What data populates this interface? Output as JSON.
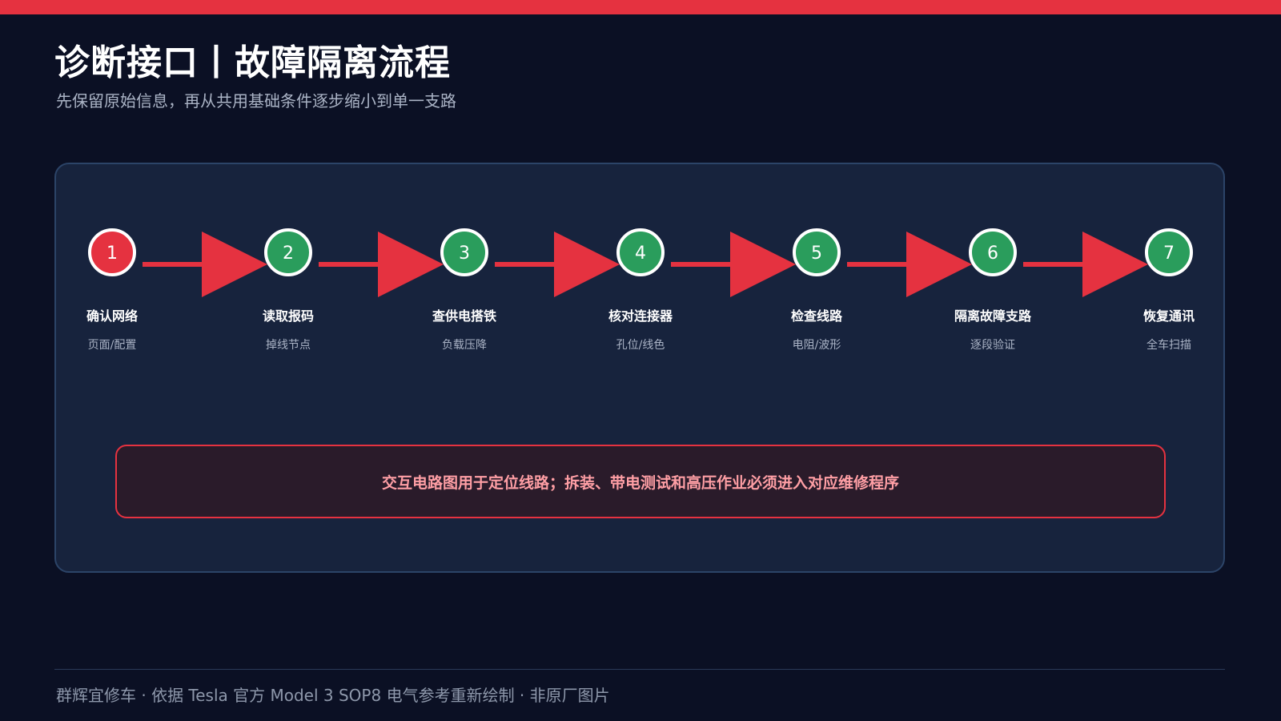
{
  "colors": {
    "accent_red": "#e53240",
    "step_green": "#2a9d5c",
    "background": "#0b1024",
    "panel": "#17233d"
  },
  "header": {
    "title": "诊断接口丨故障隔离流程",
    "subtitle": "先保留原始信息，再从共用基础条件逐步缩小到单一支路"
  },
  "steps": [
    {
      "number": "1",
      "title": "确认网络",
      "subtitle": "页面/配置",
      "state": "active"
    },
    {
      "number": "2",
      "title": "读取报码",
      "subtitle": "掉线节点",
      "state": "normal"
    },
    {
      "number": "3",
      "title": "查供电搭铁",
      "subtitle": "负载压降",
      "state": "normal"
    },
    {
      "number": "4",
      "title": "核对连接器",
      "subtitle": "孔位/线色",
      "state": "normal"
    },
    {
      "number": "5",
      "title": "检查线路",
      "subtitle": "电阻/波形",
      "state": "normal"
    },
    {
      "number": "6",
      "title": "隔离故障支路",
      "subtitle": "逐段验证",
      "state": "normal"
    },
    {
      "number": "7",
      "title": "恢复通讯",
      "subtitle": "全车扫描",
      "state": "normal"
    }
  ],
  "warning": {
    "text": "交互电路图用于定位线路；拆装、带电测试和高压作业必须进入对应维修程序"
  },
  "footer": {
    "text": "群辉宜修车 · 依据 Tesla 官方 Model 3 SOP8 电气参考重新绘制 · 非原厂图片"
  }
}
